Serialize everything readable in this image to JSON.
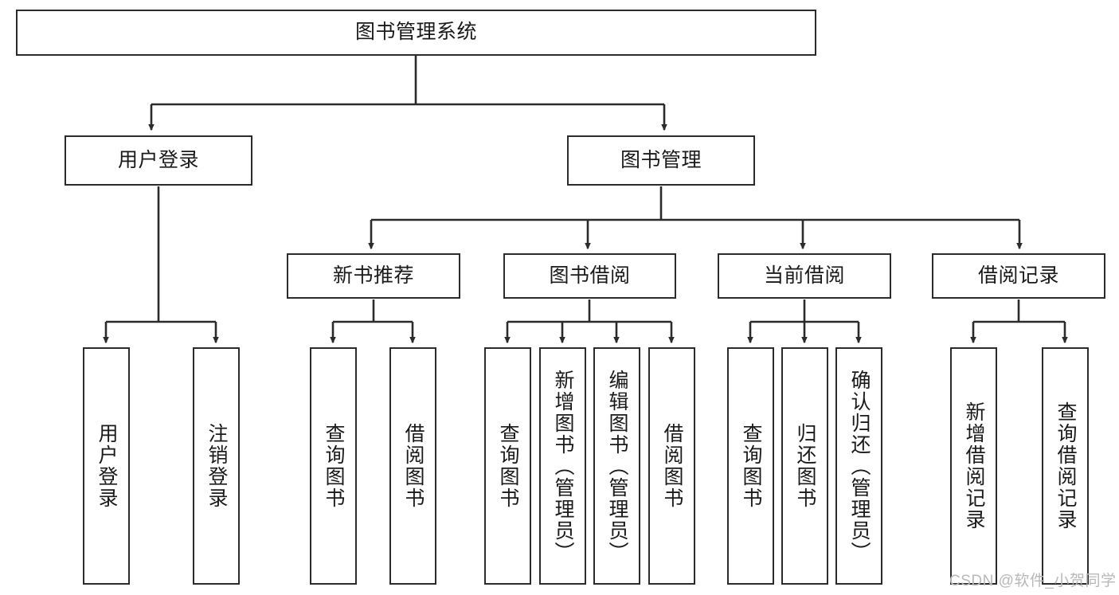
{
  "diagram": {
    "title": "图书管理系统",
    "type": "hierarchy-tree",
    "root": {
      "id": "root",
      "label": "图书管理系统"
    },
    "level1": [
      {
        "id": "user-login",
        "label": "用户登录"
      },
      {
        "id": "book-manage",
        "label": "图书管理"
      }
    ],
    "level2": [
      {
        "id": "new-book-recommend",
        "label": "新书推荐",
        "parent": "book-manage"
      },
      {
        "id": "book-borrow",
        "label": "图书借阅",
        "parent": "book-manage"
      },
      {
        "id": "current-borrow",
        "label": "当前借阅",
        "parent": "book-manage"
      },
      {
        "id": "borrow-record",
        "label": "借阅记录",
        "parent": "book-manage"
      }
    ],
    "leaves": {
      "user_login": [
        {
          "id": "leaf-user-login",
          "label": "用户登录"
        },
        {
          "id": "leaf-user-logout",
          "label": "注销登录"
        }
      ],
      "new_book_recommend": [
        {
          "id": "leaf-query-book-1",
          "label": "查询图书"
        },
        {
          "id": "leaf-borrow-book-1",
          "label": "借阅图书"
        }
      ],
      "book_borrow": [
        {
          "id": "leaf-query-book-2",
          "label": "查询图书"
        },
        {
          "id": "leaf-add-book",
          "label": "新增图书（管理员）"
        },
        {
          "id": "leaf-edit-book",
          "label": "编辑图书（管理员）"
        },
        {
          "id": "leaf-borrow-book-2",
          "label": "借阅图书"
        }
      ],
      "current_borrow": [
        {
          "id": "leaf-query-book-3",
          "label": "查询图书"
        },
        {
          "id": "leaf-return-book",
          "label": "归还图书"
        },
        {
          "id": "leaf-confirm-return",
          "label": "确认归还（管理员）"
        }
      ],
      "borrow_record": [
        {
          "id": "leaf-add-record",
          "label": "新增借阅记录"
        },
        {
          "id": "leaf-query-record",
          "label": "查询借阅记录"
        }
      ]
    }
  },
  "watermark": {
    "text": "CSDN @软件_小贺同学"
  },
  "colors": {
    "stroke": "#2b2b2b",
    "box_fill": "#ffffff",
    "text": "#1a1a1a",
    "watermark": "#b8b8b8",
    "background": "#ffffff"
  }
}
